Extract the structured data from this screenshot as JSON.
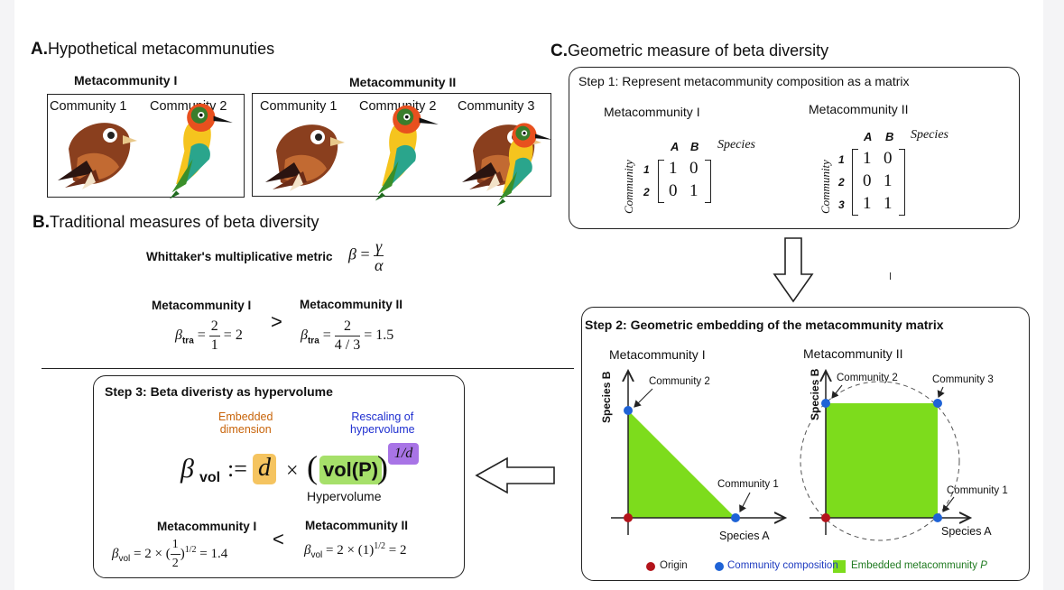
{
  "section_a": {
    "letter": "A.",
    "title": "Hypothetical metacommunuties",
    "meta1_label": "Metacommunity I",
    "meta2_label": "Metacommunity II",
    "meta1_communities": [
      "Community 1",
      "Community 2"
    ],
    "meta2_communities": [
      "Community 1",
      "Community 2",
      "Community 3"
    ]
  },
  "section_b": {
    "letter": "B.",
    "title": "Traditional measures of beta diversity",
    "whittaker_label": "Whittaker's multiplicative metric",
    "beta": "β",
    "gamma": "γ",
    "alpha": "α",
    "meta1_label": "Metacommunity I",
    "meta2_label": "Metacommunity II",
    "compare": ">",
    "meta1_num": "2",
    "meta1_den": "1",
    "meta1_result": "2",
    "meta2_num": "2",
    "meta2_den": "4 / 3",
    "meta2_result": "1.5",
    "beta_sub": "tra"
  },
  "section_c": {
    "letter": "C.",
    "title": "Geometric measure of beta diversity",
    "step1_title": "Step 1: Represent metacommunity composition as a matrix",
    "meta1_label": "Metacommunity I",
    "meta2_label": "Metacommunity II",
    "col_a": "A",
    "col_b": "B",
    "species_label": "Species",
    "community_label": "Community",
    "matrix1_rows": [
      "1",
      "2"
    ],
    "matrix1_values": [
      [
        "1",
        "0"
      ],
      [
        "0",
        "1"
      ]
    ],
    "matrix2_rows": [
      "1",
      "2",
      "3"
    ],
    "matrix2_values": [
      [
        "1",
        "0"
      ],
      [
        "0",
        "1"
      ],
      [
        "1",
        "1"
      ]
    ],
    "step2_title": "Step 2: Geometric embedding of the metacommunity matrix",
    "plot1_title": "Metacommunity I",
    "plot2_title": "Metacommunity II",
    "y_axis": "Species B",
    "x_axis": "Species A",
    "community1": "Community 1",
    "community2": "Community 2",
    "community3": "Community 3",
    "legend_origin": "Origin",
    "legend_community": "Community composition",
    "legend_embedded": "Embedded metacommunity",
    "legend_embedded_p": "P",
    "colors": {
      "origin": "#b3141b",
      "community": "#1f63d6",
      "fill": "#7ddc1c"
    }
  },
  "step3": {
    "title": "Step 3: Beta diveristy as hypervolume",
    "embedded_label_1": "Embedded",
    "embedded_label_2": "dimension",
    "rescale_label_1": "Rescaling of",
    "rescale_label_2": "hypervolume",
    "beta": "β",
    "beta_sub": "vol",
    "assign": ":=",
    "d": "d",
    "times": "×",
    "vol": "vol(P)",
    "exponent": "1/d",
    "hypervolume_label": "Hypervolume",
    "meta1_label": "Metacommunity I",
    "meta2_label": "Metacommunity II",
    "compare": "<",
    "meta1_expr_pre": "= 2 × (",
    "meta1_num": "1",
    "meta1_den": "2",
    "meta1_expr_post": ")",
    "meta1_exp": "1/2",
    "meta1_result": "= 1.4",
    "meta2_expr": "= 2 × (1)",
    "meta2_exp": "1/2",
    "meta2_result": "= 2",
    "colors": {
      "embedded": "#f5c460",
      "rescale": "#a874e6",
      "vol": "#a6e06a",
      "embedded_text": "#c8640a",
      "rescale_text": "#1f2fd0"
    }
  }
}
